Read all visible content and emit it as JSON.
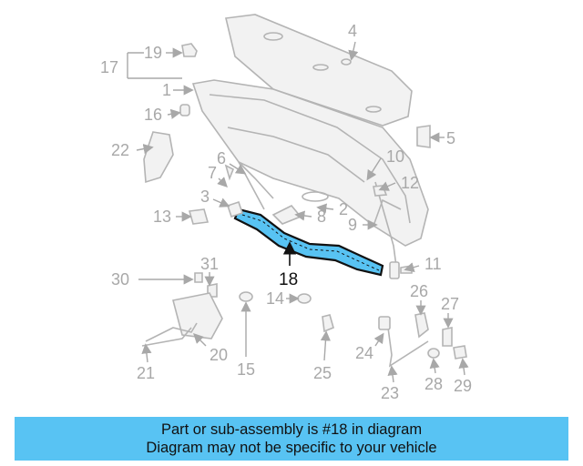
{
  "diagram": {
    "highlighted_part": "18",
    "labels": [
      "1",
      "2",
      "3",
      "4",
      "5",
      "6",
      "7",
      "8",
      "9",
      "10",
      "11",
      "12",
      "13",
      "14",
      "15",
      "16",
      "17",
      "19",
      "20",
      "21",
      "22",
      "23",
      "24",
      "25",
      "26",
      "27",
      "28",
      "29",
      "30",
      "31"
    ],
    "highlight_color": "#58c3f3"
  },
  "banner": {
    "line1": "Part or sub-assembly is #18 in diagram",
    "line2": "Diagram may not be specific to your vehicle",
    "background": "#58c3f3"
  }
}
